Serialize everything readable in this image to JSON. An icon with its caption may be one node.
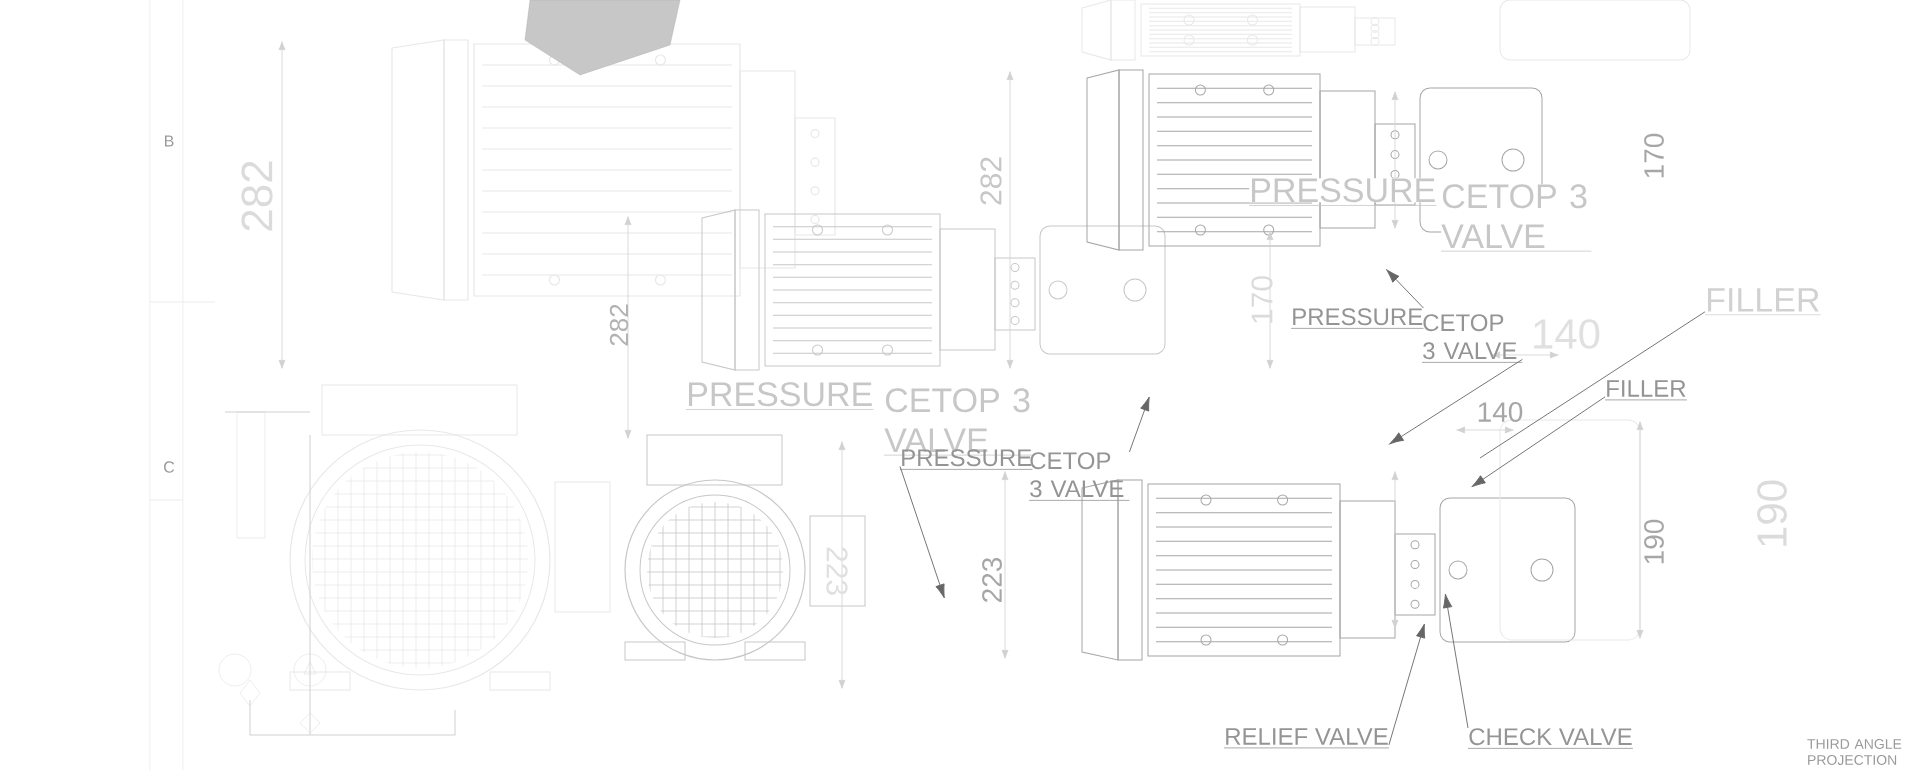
{
  "diagram": {
    "nodes": [
      {
        "text": [
          "PRESSURE"
        ]
      },
      {
        "text": [
          "CETOP 3 VALVE"
        ]
      },
      {
        "text": [
          "PRESSURE"
        ]
      },
      {
        "text": [
          "CETOP 3 VALVE"
        ]
      },
      {
        "text": [
          "FILLER"
        ]
      },
      {
        "text": [
          "FILLER"
        ]
      },
      {
        "text": [
          "PRESSURE"
        ]
      },
      {
        "text": [
          "CETOP 3 VALVE"
        ]
      },
      {
        "text": [
          "PRESSURE"
        ]
      },
      {
        "text": [
          "CETOP 3 VALVE"
        ]
      },
      {
        "text": [
          "RELIEF VALVE"
        ]
      },
      {
        "text": [
          "CHECK VALVE"
        ]
      }
    ],
    "edges": [
      {
        "from": 2,
        "to": null,
        "arrow": "to"
      },
      {
        "from": 3,
        "to": null,
        "arrow": "to"
      },
      {
        "from": 4,
        "to": null,
        "arrow": "none"
      },
      {
        "from": 5,
        "to": null,
        "arrow": "to"
      },
      {
        "from": 8,
        "to": null,
        "arrow": "to"
      },
      {
        "from": 9,
        "to": null,
        "arrow": "to"
      },
      {
        "from": 10,
        "to": null,
        "arrow": "to"
      },
      {
        "from": 11,
        "to": null,
        "arrow": "to"
      }
    ],
    "labels": [
      "B",
      "C",
      "282",
      "282",
      "282",
      "170",
      "170",
      "140",
      "140",
      "223",
      "223",
      "190",
      "190",
      "THIRD ANGLE PROJECTION"
    ]
  }
}
